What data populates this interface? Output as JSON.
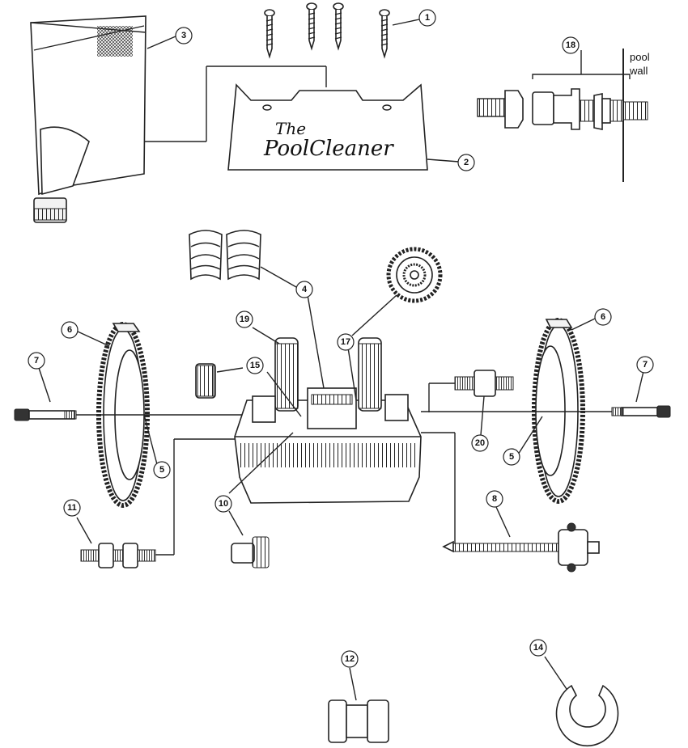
{
  "brand": {
    "line1": "The",
    "line2": "PoolCleaner"
  },
  "wall_label": {
    "line1": "pool",
    "line2": "wall"
  },
  "callouts": {
    "c1": "1",
    "c2": "2",
    "c3": "3",
    "c18": "18",
    "c4": "4",
    "c17": "17",
    "c19": "19",
    "c6_left": "6",
    "c6_right": "6",
    "c7_left": "7",
    "c7_right": "7",
    "c15": "15",
    "c5_left": "5",
    "c5_right": "5",
    "c20": "20",
    "c11": "11",
    "c10": "10",
    "c8": "8",
    "c12": "12",
    "c14": "14"
  }
}
